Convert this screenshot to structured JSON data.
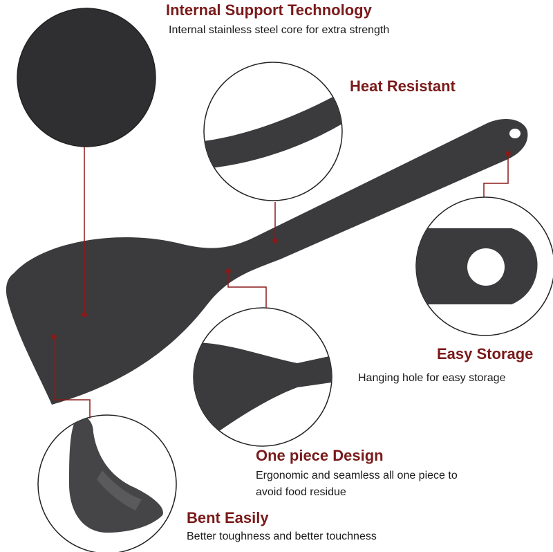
{
  "features": {
    "internal": {
      "title": "Internal Support Technology",
      "desc": "Internal stainless steel core for extra strength"
    },
    "heat": {
      "title": "Heat Resistant"
    },
    "storage": {
      "title": "Easy Storage",
      "desc": "Hanging hole for easy storage"
    },
    "onepiece": {
      "title": "One piece Design",
      "desc1": "Ergonomic and seamless all one piece to",
      "desc2": "avoid food residue"
    },
    "bent": {
      "title": "Bent Easily",
      "desc": "Better toughness and better touchness"
    }
  },
  "colors": {
    "title": "#7a1a1a",
    "text": "#1a1a1a",
    "product": "#3b3b3d",
    "leader": "#8b1a1a"
  },
  "icons": [
    "spatula-image",
    "detail-circle-core",
    "detail-circle-handle",
    "detail-circle-hole",
    "detail-circle-neck",
    "detail-circle-bent"
  ]
}
